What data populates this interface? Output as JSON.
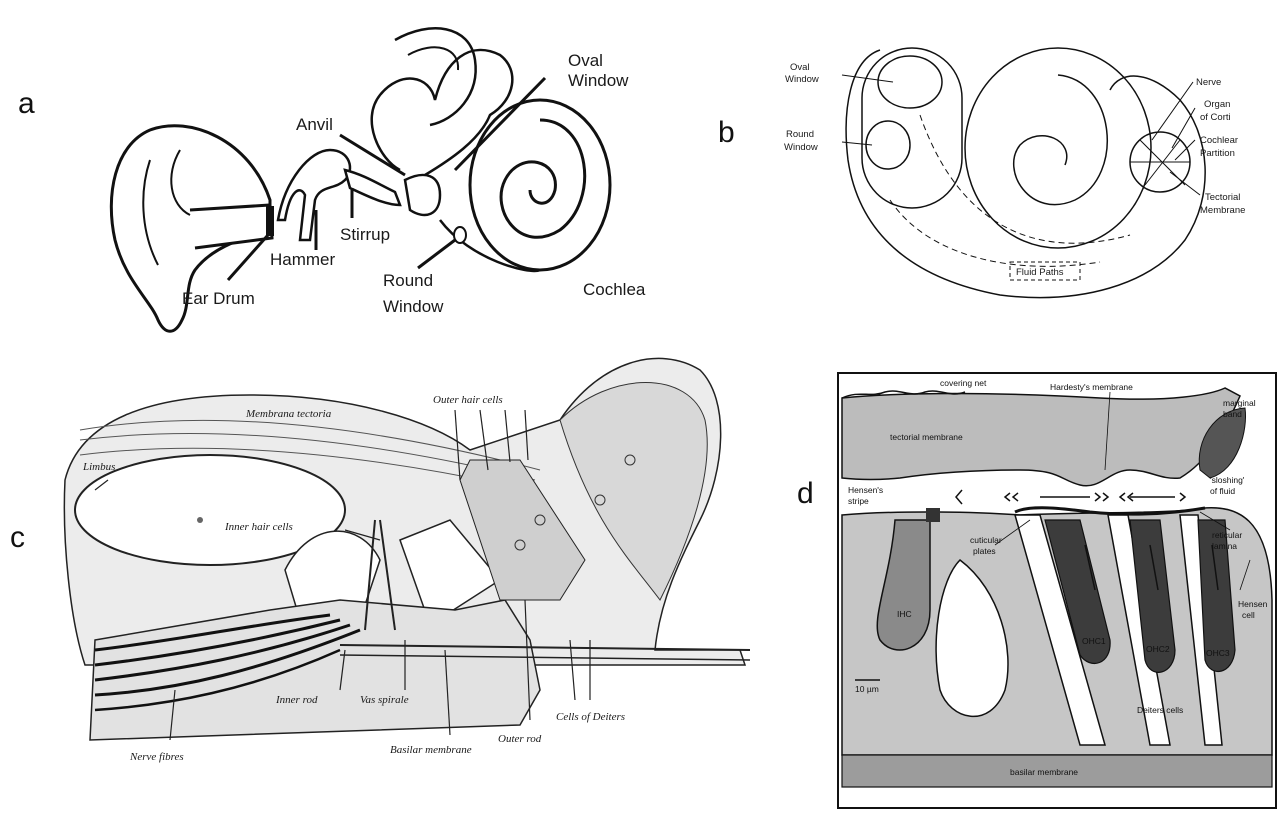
{
  "panels": {
    "a": {
      "letter": "a",
      "labels": {
        "oval_window": [
          "Oval",
          "Window"
        ],
        "anvil": "Anvil",
        "stirrup": "Stirrup",
        "hammer": "Hammer",
        "ear_drum": "Ear Drum",
        "round_window": [
          "Round",
          "Window"
        ],
        "cochlea": "Cochlea"
      }
    },
    "b": {
      "letter": "b",
      "labels": {
        "oval_window": [
          "Oval",
          "Window"
        ],
        "round_window": [
          "Round",
          "Window"
        ],
        "nerve": "Nerve",
        "organ_of_corti": [
          "Organ",
          "of Corti"
        ],
        "cochlear_partition": [
          "Cochlear",
          "Partition"
        ],
        "tectorial_membrane": [
          "Tectorial",
          "Membrane"
        ],
        "fluid_paths": "Fluid Paths"
      }
    },
    "c": {
      "letter": "c",
      "labels": {
        "outer_hair_cells": "Outer hair cells",
        "membrana_tectoria": "Membrana tectoria",
        "limbus": "Limbus",
        "inner_hair_cells": "Inner hair cells",
        "inner_rod": "Inner rod",
        "vas_spirale": "Vas spirale",
        "outer_rod": "Outer rod",
        "cells_of_deiters": "Cells of Deiters",
        "nerve_fibres": "Nerve fibres",
        "basilar_membrane": "Basilar membrane"
      }
    },
    "d": {
      "letter": "d",
      "labels": {
        "covering_net": "covering net",
        "hardestys_membrane": "Hardesty's membrane",
        "tectorial_membrane": "tectorial membrane",
        "marginal_band": [
          "marginal",
          "band"
        ],
        "hensens_stripe": [
          "Hensen's",
          "stripe"
        ],
        "sloshing_of_fluid": [
          "'sloshing'",
          "of fluid"
        ],
        "cuticular_plates": [
          "cuticular",
          "plates"
        ],
        "reticular_lamina": [
          "reticular",
          "lamina"
        ],
        "hensen_cell": [
          "Hensen",
          "cell"
        ],
        "ihc": "IHC",
        "ohc1": "OHC1",
        "ohc2": "OHC2",
        "ohc3": "OHC3",
        "scale_bar": "10 µm",
        "deiters_cells": "Deiters cells",
        "basilar_membrane": "basilar membrane"
      }
    }
  }
}
